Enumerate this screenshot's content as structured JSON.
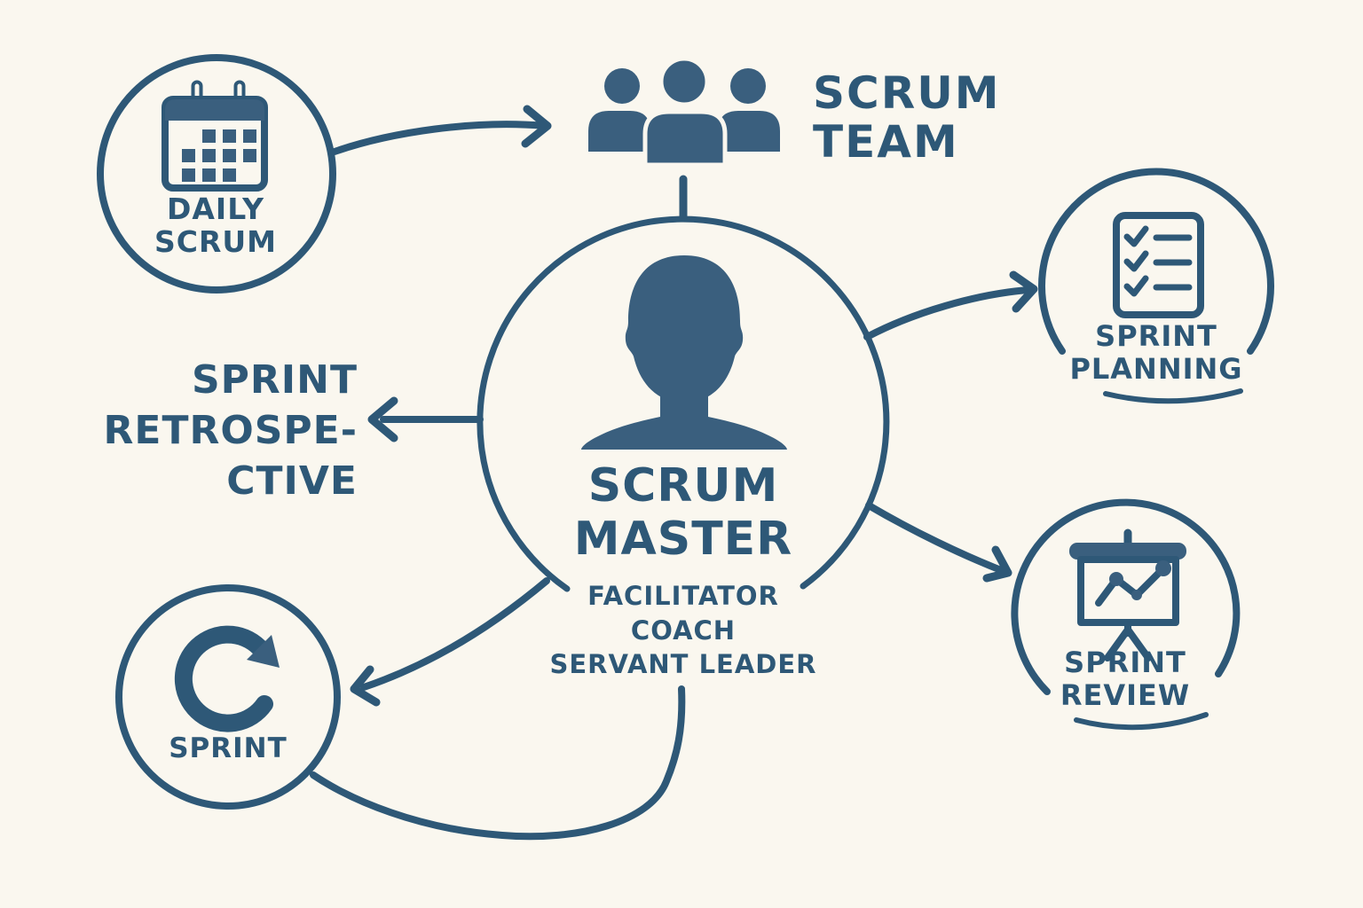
{
  "title": "Scrum Master roles and ceremonies diagram",
  "palette": {
    "ink": "#2e5877",
    "silhouette_fill": "#3a5f7e",
    "background": "#faf7ef"
  },
  "nodes": {
    "scrum_master": {
      "title": "SCRUM\nMASTER",
      "subtitle": "FACILITATOR\nCOACH\nSERVANT LEADER",
      "icon": "person-icon"
    },
    "scrum_team": {
      "label": "SCRUM\nTEAM",
      "icon": "team-icon"
    },
    "daily_scrum": {
      "label": "DAILY\nSCRUM",
      "icon": "calendar-icon"
    },
    "sprint_planning": {
      "label": "SPRINT\nPLANNING",
      "icon": "checklist-icon"
    },
    "sprint_review": {
      "label": "SPRINT\nREVIEW",
      "icon": "presentation-chart-icon"
    },
    "sprint_retrospective": {
      "label": "SPRINT\nRETROSPE-\nCTIVE"
    },
    "sprint": {
      "label": "SPRINT",
      "icon": "loop-arrow-icon"
    }
  },
  "edges": [
    {
      "from": "daily-scrum",
      "to": "scrum-team",
      "type": "arrow"
    },
    {
      "from": "scrum-team",
      "to": "scrum-master",
      "type": "line"
    },
    {
      "from": "scrum-master",
      "to": "sprint-planning",
      "type": "arrow"
    },
    {
      "from": "scrum-master",
      "to": "sprint-review",
      "type": "arrow"
    },
    {
      "from": "scrum-master",
      "to": "sprint-retrospective",
      "type": "arrow"
    },
    {
      "from": "scrum-master",
      "to": "sprint",
      "type": "arrow"
    },
    {
      "from": "scrum-master",
      "to": "sprint",
      "type": "curved-line"
    }
  ]
}
